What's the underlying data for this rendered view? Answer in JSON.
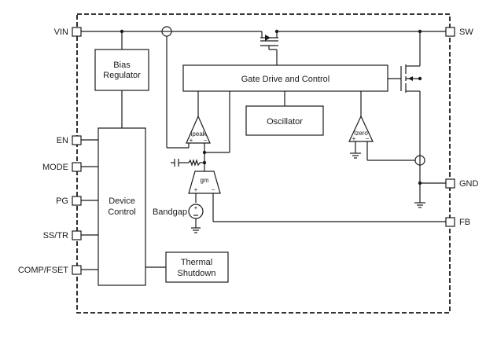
{
  "pins": {
    "vin": "VIN",
    "en": "EN",
    "mode": "MODE",
    "pg": "PG",
    "ss_tr": "SS/TR",
    "comp_fset": "COMP/FSET",
    "sw": "SW",
    "gnd": "GND",
    "fb": "FB"
  },
  "blocks": {
    "bias_regulator": [
      "Bias",
      "Regulator"
    ],
    "gate_drive": "Gate Drive and Control",
    "oscillator": "Oscillator",
    "device_control": [
      "Device",
      "Control"
    ],
    "thermal_shutdown": [
      "Thermal",
      "Shutdown"
    ]
  },
  "comparators": {
    "ipeak": "Ipeak",
    "izero": "Izero",
    "gm": "gm",
    "plus": "+",
    "minus": "−"
  },
  "bandgap": "Bandgap",
  "colors": {
    "line": "#1a1a1a",
    "background": "#ffffff"
  }
}
